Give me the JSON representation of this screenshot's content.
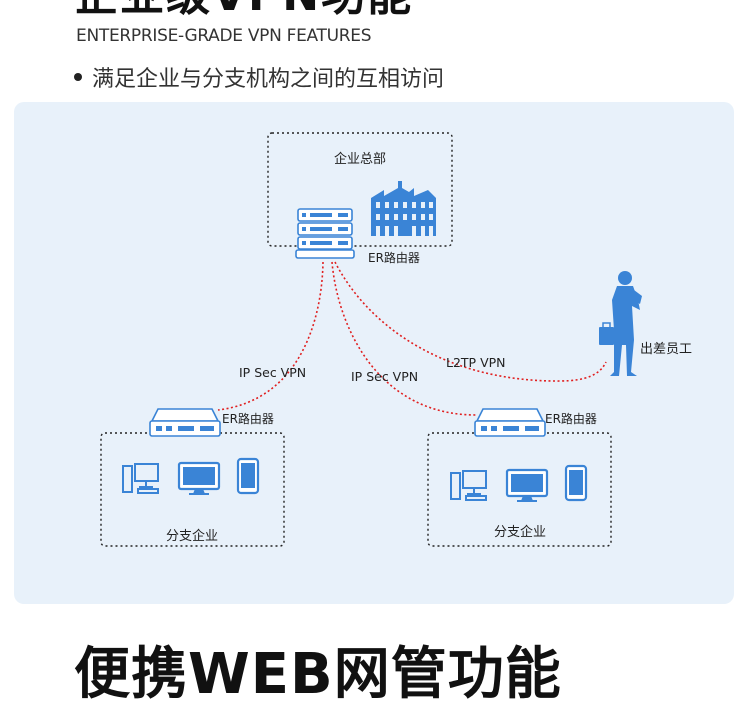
{
  "header": {
    "title": "企业级VPN功能",
    "subtitle": "ENTERPRISE-GRADE VPN FEATURES",
    "bullet": "满足企业与分支机构之间的互相访问"
  },
  "diagram": {
    "hq_label": "企业总部",
    "hq_router_label": "ER路由器",
    "branch_left_router_label": "ER路由器",
    "branch_right_router_label": "ER路由器",
    "branch_left_label": "分支企业",
    "branch_right_label": "分支企业",
    "employee_label": "出差员工",
    "link_left_label": "IP Sec VPN",
    "link_mid_label": "IP Sec VPN",
    "link_l2tp_label": "L2TP VPN",
    "colors": {
      "link": "#e02020",
      "device_blue": "#3a84d6",
      "panel_bg": "#e8f1fa"
    }
  },
  "footer": {
    "title": "便携WEB网管功能"
  }
}
